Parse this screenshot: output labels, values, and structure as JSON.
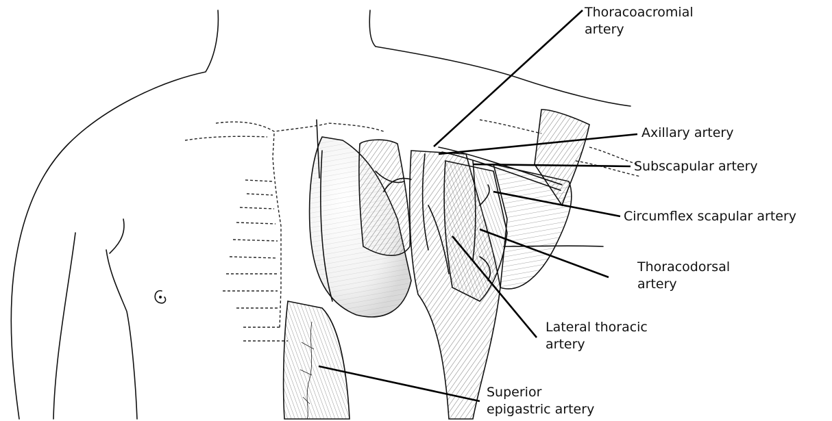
{
  "labels": {
    "thoracoacromial_line1": "Thoracoacromial",
    "thoracoacromial_line2": "artery",
    "axillary": "Axillary artery",
    "subscapular": "Subscapular artery",
    "circumflex_scapular": "Circumflex scapular artery",
    "thoracodorsal_line1": "Thoracodorsal",
    "thoracodorsal_line2": "artery",
    "lateral_thoracic_line1": "Lateral thoracic",
    "lateral_thoracic_line2": "artery",
    "superior_epigastric_line1": "Superior",
    "superior_epigastric_line2": "epigastric artery"
  }
}
